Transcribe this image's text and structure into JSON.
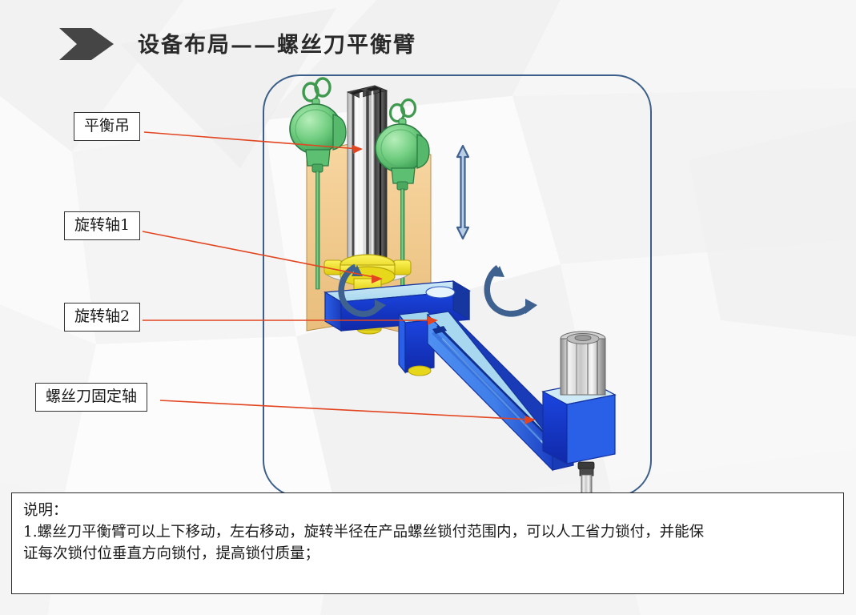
{
  "header": {
    "arrow_icon": "chevron-right-banner-icon",
    "title": "设备布局——螺丝刀平衡臂",
    "title_color": "#2a2a2a"
  },
  "colors": {
    "panel_border": "#3b5f8a",
    "leader_line": "#e2451f",
    "motion_arrow": "#3f6190",
    "arm_blue": "#1438d0",
    "arm_blue_light": "#4e8df0",
    "balancer_green": "#6ecb7f",
    "collar_yellow": "#efe12a",
    "plate_tan": "#f3c98a",
    "column_silver": "#dcdcdc",
    "background": "#fdfdfd",
    "texture_gray": "#f0f0f0"
  },
  "callouts": [
    {
      "id": "balancer",
      "label": "平衡吊"
    },
    {
      "id": "axis1",
      "label": "旋转轴1"
    },
    {
      "id": "axis2",
      "label": "旋转轴2"
    },
    {
      "id": "fixaxis",
      "label": "螺丝刀固定轴"
    }
  ],
  "motion_indicators": [
    {
      "id": "vertical-travel",
      "icon": "double-headed-vertical-arrow-icon"
    },
    {
      "id": "rotation-left",
      "icon": "curved-rotation-arrow-icon"
    },
    {
      "id": "rotation-right",
      "icon": "curved-rotation-arrow-icon"
    }
  ],
  "illustration": {
    "name": "screwdriver-balance-arm-3d-render",
    "parts": [
      "balance-hoist-left",
      "balance-hoist-right",
      "aluminium-extrusion-column",
      "backing-plate-left",
      "backing-plate-right",
      "yellow-collar-flange",
      "rotary-axis-1-horizontal-arm",
      "rotary-axis-2-joint",
      "diagonal-boom-arm",
      "screwdriver-mount-block",
      "electric-screwdriver-motor",
      "screwdriver-bit"
    ]
  },
  "description": {
    "lines": [
      "说明：",
      "1.螺丝刀平衡臂可以上下移动，左右移动，旋转半径在产品螺丝锁付范围内，可以人工省力锁付，并能保",
      "证每次锁付位垂直方向锁付，提高锁付质量；"
    ]
  }
}
